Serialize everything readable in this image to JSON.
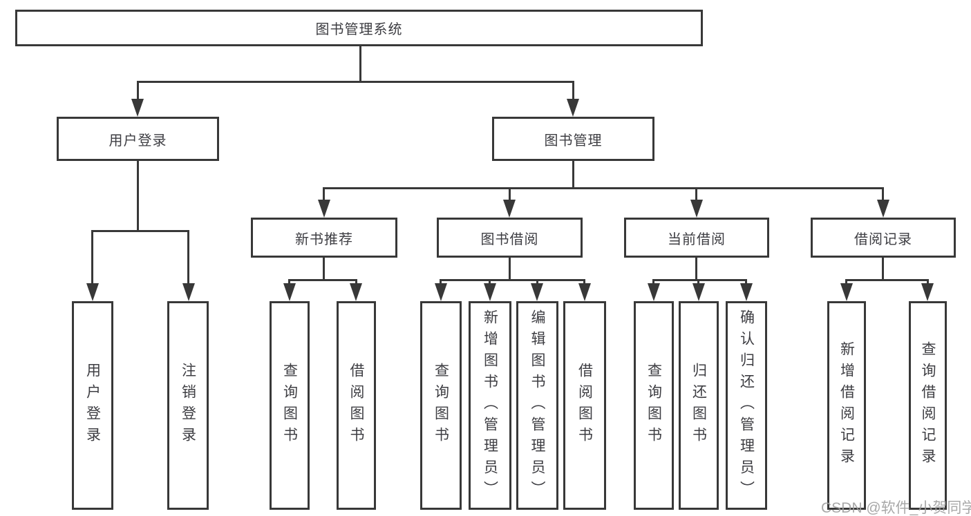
{
  "diagram": {
    "tree": {
      "label": "图书管理系统",
      "children": [
        {
          "label": "用户登录",
          "children": [
            {
              "label": "用户登录"
            },
            {
              "label": "注销登录"
            }
          ]
        },
        {
          "label": "图书管理",
          "children": [
            {
              "label": "新书推荐",
              "children": [
                {
                  "label": "查询图书"
                },
                {
                  "label": "借阅图书"
                }
              ]
            },
            {
              "label": "图书借阅",
              "children": [
                {
                  "label": "查询图书"
                },
                {
                  "label": "新增图书（管理员）"
                },
                {
                  "label": "编辑图书（管理员）"
                },
                {
                  "label": "借阅图书"
                }
              ]
            },
            {
              "label": "当前借阅",
              "children": [
                {
                  "label": "查询图书"
                },
                {
                  "label": "归还图书"
                },
                {
                  "label": "确认归还（管理员）"
                }
              ]
            },
            {
              "label": "借阅记录",
              "children": [
                {
                  "label": "新增借阅记录"
                },
                {
                  "label": "查询借阅记录"
                }
              ]
            }
          ]
        }
      ]
    },
    "watermark": "CSDN @软件_小贺同学",
    "colors": {
      "line": "#383838",
      "text": "#3d3d42",
      "background": "#ffffff",
      "watermark": "#9e9e9e"
    }
  }
}
